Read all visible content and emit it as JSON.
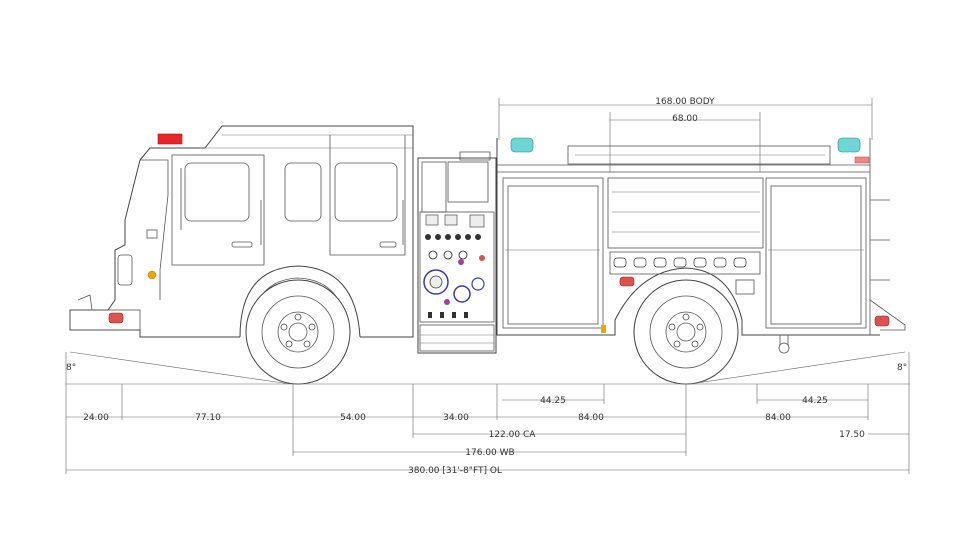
{
  "drawing": {
    "angle_left": "8°",
    "angle_right": "8°",
    "dims_top": {
      "body": "168.00 BODY",
      "compartment": "68.00"
    },
    "dims_row1": {
      "left": "44.25",
      "right": "44.25"
    },
    "dims_row2": [
      "24.00",
      "77.10",
      "54.00",
      "34.00",
      "84.00",
      "84.00"
    ],
    "dims_row3": {
      "ca": "122.00 CA",
      "rear": "17.50"
    },
    "dims_row4": {
      "wb": "176.00 WB"
    },
    "dims_row5": {
      "ol": "380.00 [31'-8\"FT] OL"
    }
  },
  "colors": {
    "beacon": "#e8262a",
    "marker_red": "#d9534f",
    "marker_amber": "#f0a500",
    "light_cyan": "#6fd6d6",
    "line": "#555555"
  }
}
